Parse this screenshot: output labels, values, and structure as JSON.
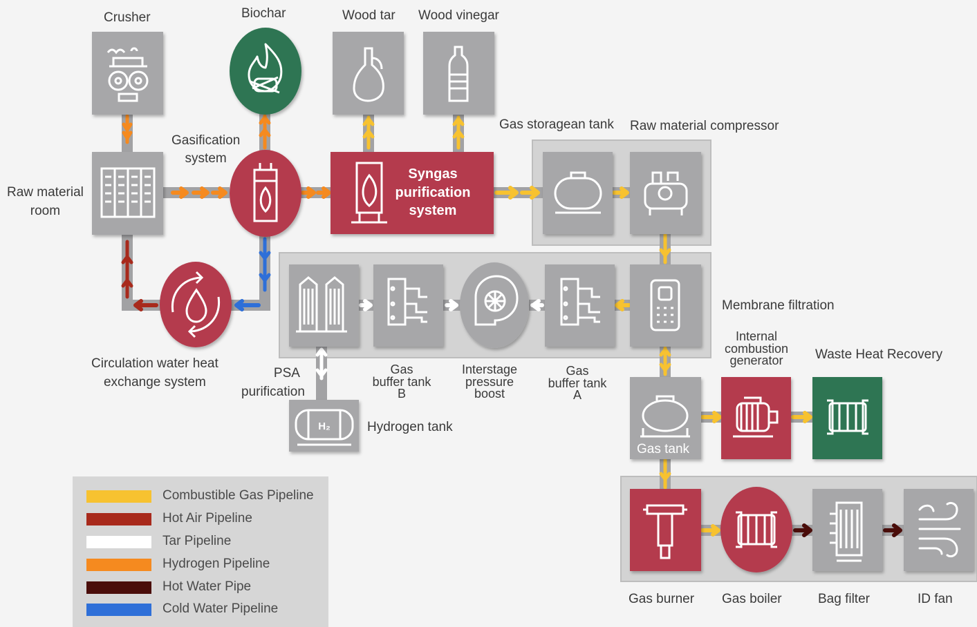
{
  "colors": {
    "node_gray": "#a7a7a9",
    "node_red": "#b43a4d",
    "node_green": "#2e7552",
    "panel": "#d3d3d3",
    "combustible_gas": "#f7c230",
    "hot_air": "#a82a1c",
    "tar": "#ffffff",
    "hydrogen": "#f58a1f",
    "hot_water": "#4a0d0a",
    "cold_water": "#2e6fd8"
  },
  "labels": {
    "crusher": "Crusher",
    "biochar": "Biochar",
    "wood_tar": "Wood tar",
    "wood_vinegar": "Wood vinegar",
    "gasification": [
      "Gasification",
      "system"
    ],
    "raw_material_room": [
      "Raw material",
      "room"
    ],
    "syngas": [
      "Syngas",
      "purification",
      "system"
    ],
    "gas_storage_tank": "Gas storagean tank",
    "raw_material_compressor": "Raw material compressor",
    "membrane_filtration": "Membrane filtration",
    "circulation": [
      "Circulation water heat",
      "exchange system"
    ],
    "psa": [
      "PSA",
      "purification"
    ],
    "buffer_b": [
      "Gas",
      "buffer tank",
      "B"
    ],
    "interstage": [
      "Interstage",
      "pressure",
      "boost"
    ],
    "buffer_a": [
      "Gas",
      "buffer tank",
      "A"
    ],
    "hydrogen_tank": "Hydrogen tank",
    "ice_generator": [
      "Internal",
      "combustion",
      "generator"
    ],
    "waste_heat_recovery": "Waste Heat Recovery",
    "gas_tank": "Gas tank",
    "gas_burner": "Gas burner",
    "gas_boiler": "Gas boiler",
    "bag_filter": "Bag filter",
    "id_fan": "ID fan"
  },
  "icons": {
    "crusher": "crusher-icon",
    "biochar": "fire-icon",
    "wood_tar": "bottle-jug-icon",
    "wood_vinegar": "bottle-icon",
    "raw_material_room": "storage-rack-icon",
    "gasification": "furnace-icon",
    "syngas": "furnace-flame-icon",
    "gas_storage": "horizontal-tank-icon",
    "compressor": "compressor-icon",
    "membrane": "control-panel-icon",
    "buffer": "pipe-manifold-icon",
    "interstage": "turbine-icon",
    "psa": "silo-icon",
    "hydrogen_tank": "hydrogen-tank-icon",
    "circulation": "water-cycle-icon",
    "generator": "motor-icon",
    "heat_exchanger": "heat-exchanger-icon",
    "gas_tank": "tank-icon",
    "gas_burner": "burner-icon",
    "gas_boiler": "boiler-icon",
    "bag_filter": "filter-icon",
    "id_fan": "wind-fan-icon"
  },
  "legend": [
    {
      "label": "Combustible Gas Pipeline",
      "color": "#f7c230"
    },
    {
      "label": "Hot Air Pipeline",
      "color": "#a82a1c"
    },
    {
      "label": "Tar Pipeline",
      "color": "#ffffff"
    },
    {
      "label": "Hydrogen Pipeline",
      "color": "#f58a1f"
    },
    {
      "label": "Hot Water Pipe",
      "color": "#4a0d0a"
    },
    {
      "label": "Cold Water Pipeline",
      "color": "#2e6fd8"
    }
  ]
}
